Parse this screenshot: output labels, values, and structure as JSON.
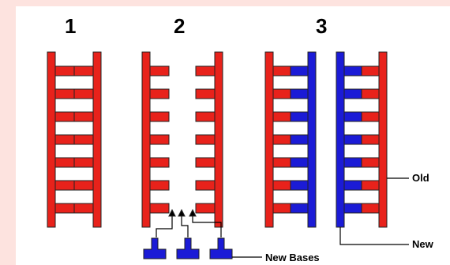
{
  "diagram": {
    "step_labels": [
      "1",
      "2",
      "3"
    ],
    "callouts": {
      "old": "Old",
      "new": "New",
      "new_bases": "New Bases"
    },
    "rungs_per_ladder": 7,
    "new_base_count": 3
  },
  "colors": {
    "old_strand": "#e8221b",
    "new_strand": "#1b1bd6",
    "outline": "#222222",
    "background": "#fde3df"
  }
}
